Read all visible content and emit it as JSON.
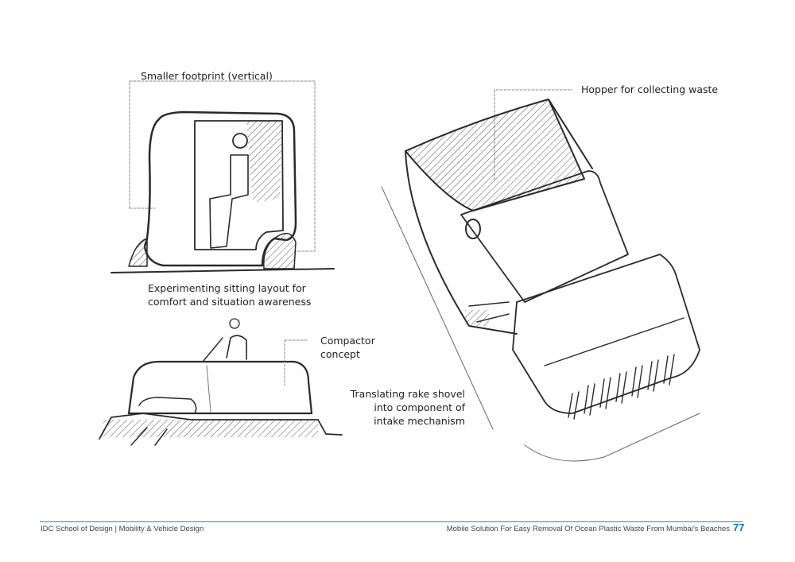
{
  "annotations": {
    "footprint": "Smaller footprint (vertical)",
    "seating_line1": "Experimenting sitting layout for",
    "seating_line2": "comfort and situation awareness",
    "compactor_line1": "Compactor",
    "compactor_line2": "concept",
    "hopper": "Hopper for collecting waste",
    "rake_line1": "Translating rake shovel",
    "rake_line2": "into component of",
    "rake_line3": "intake mechanism"
  },
  "footer": {
    "left": "IDC School of Design | Mobility & Vehicle Design",
    "right": "Mobile Solution For Easy Removal Of Ocean Plastic Waste From Mumbai's Beaches",
    "page_number": "77"
  }
}
